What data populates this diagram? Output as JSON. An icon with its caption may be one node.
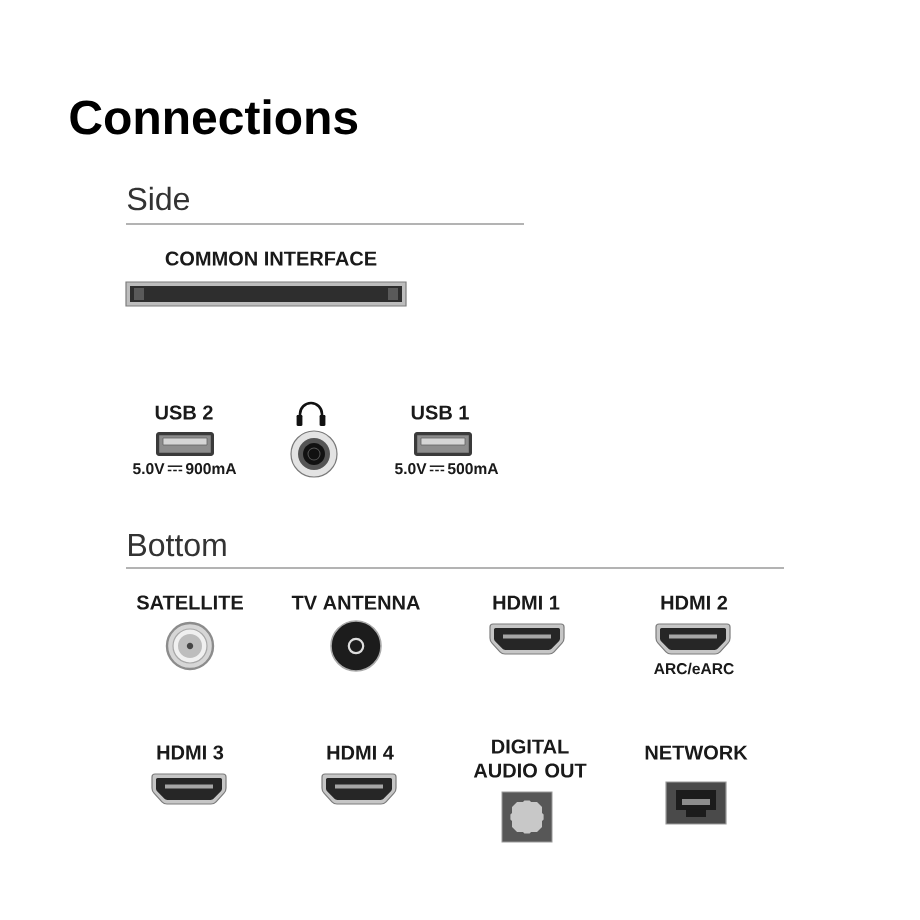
{
  "diagram": {
    "title": "Connections",
    "nodes": [
      {
        "text": [
          "COMMON INTERFACE"
        ]
      },
      {
        "text": [
          "USB 2"
        ],
        "beside": [
          "5.0V",
          "900mA"
        ]
      },
      {
        "text": [],
        "shape": "circle"
      },
      {
        "text": [
          "USB 1"
        ],
        "beside": [
          "5.0V",
          "500mA"
        ]
      },
      {
        "text": [
          "SATELLITE"
        ]
      },
      {
        "text": [
          "TV ANTENNA"
        ]
      },
      {
        "text": [
          "HDMI 1"
        ]
      },
      {
        "text": [
          "HDMI 2"
        ],
        "beside": [
          "ARC/eARC"
        ]
      },
      {
        "text": [
          "HDMI 3"
        ]
      },
      {
        "text": [
          "HDMI 4"
        ]
      },
      {
        "text": [
          "DIGITAL AUDIO OUT"
        ]
      },
      {
        "text": [
          "NETWORK"
        ]
      }
    ],
    "labels": [
      "Side",
      "Bottom"
    ]
  }
}
